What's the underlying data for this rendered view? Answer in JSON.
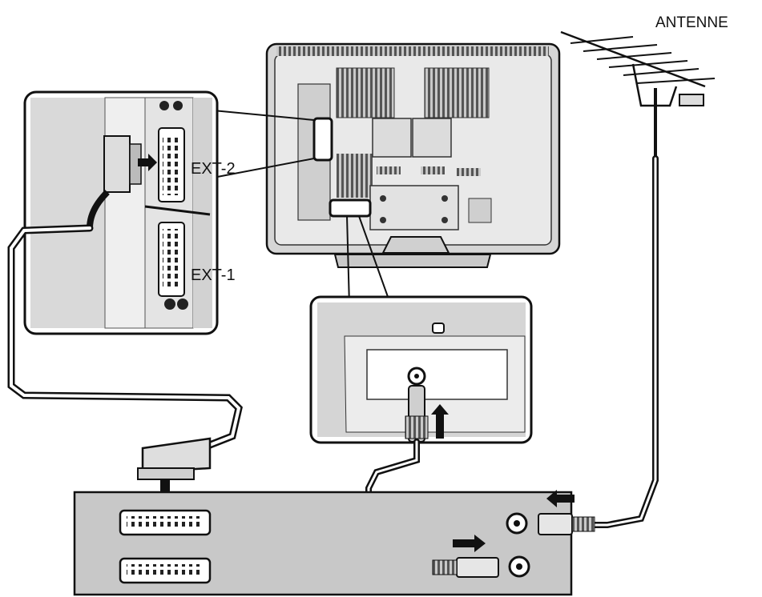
{
  "labels": {
    "antenna": "ANTENNE",
    "ext2": "EXT-2",
    "ext1": "EXT-1"
  },
  "colors": {
    "ink": "#111111",
    "panel": "#ffffff",
    "panel_shade": "#d2d2d2",
    "device_shade": "#c8c8c8",
    "cable": "#111111"
  },
  "icons": [
    "arrow-icon",
    "scart-socket-icon",
    "rf-socket-icon",
    "antenna-icon"
  ]
}
